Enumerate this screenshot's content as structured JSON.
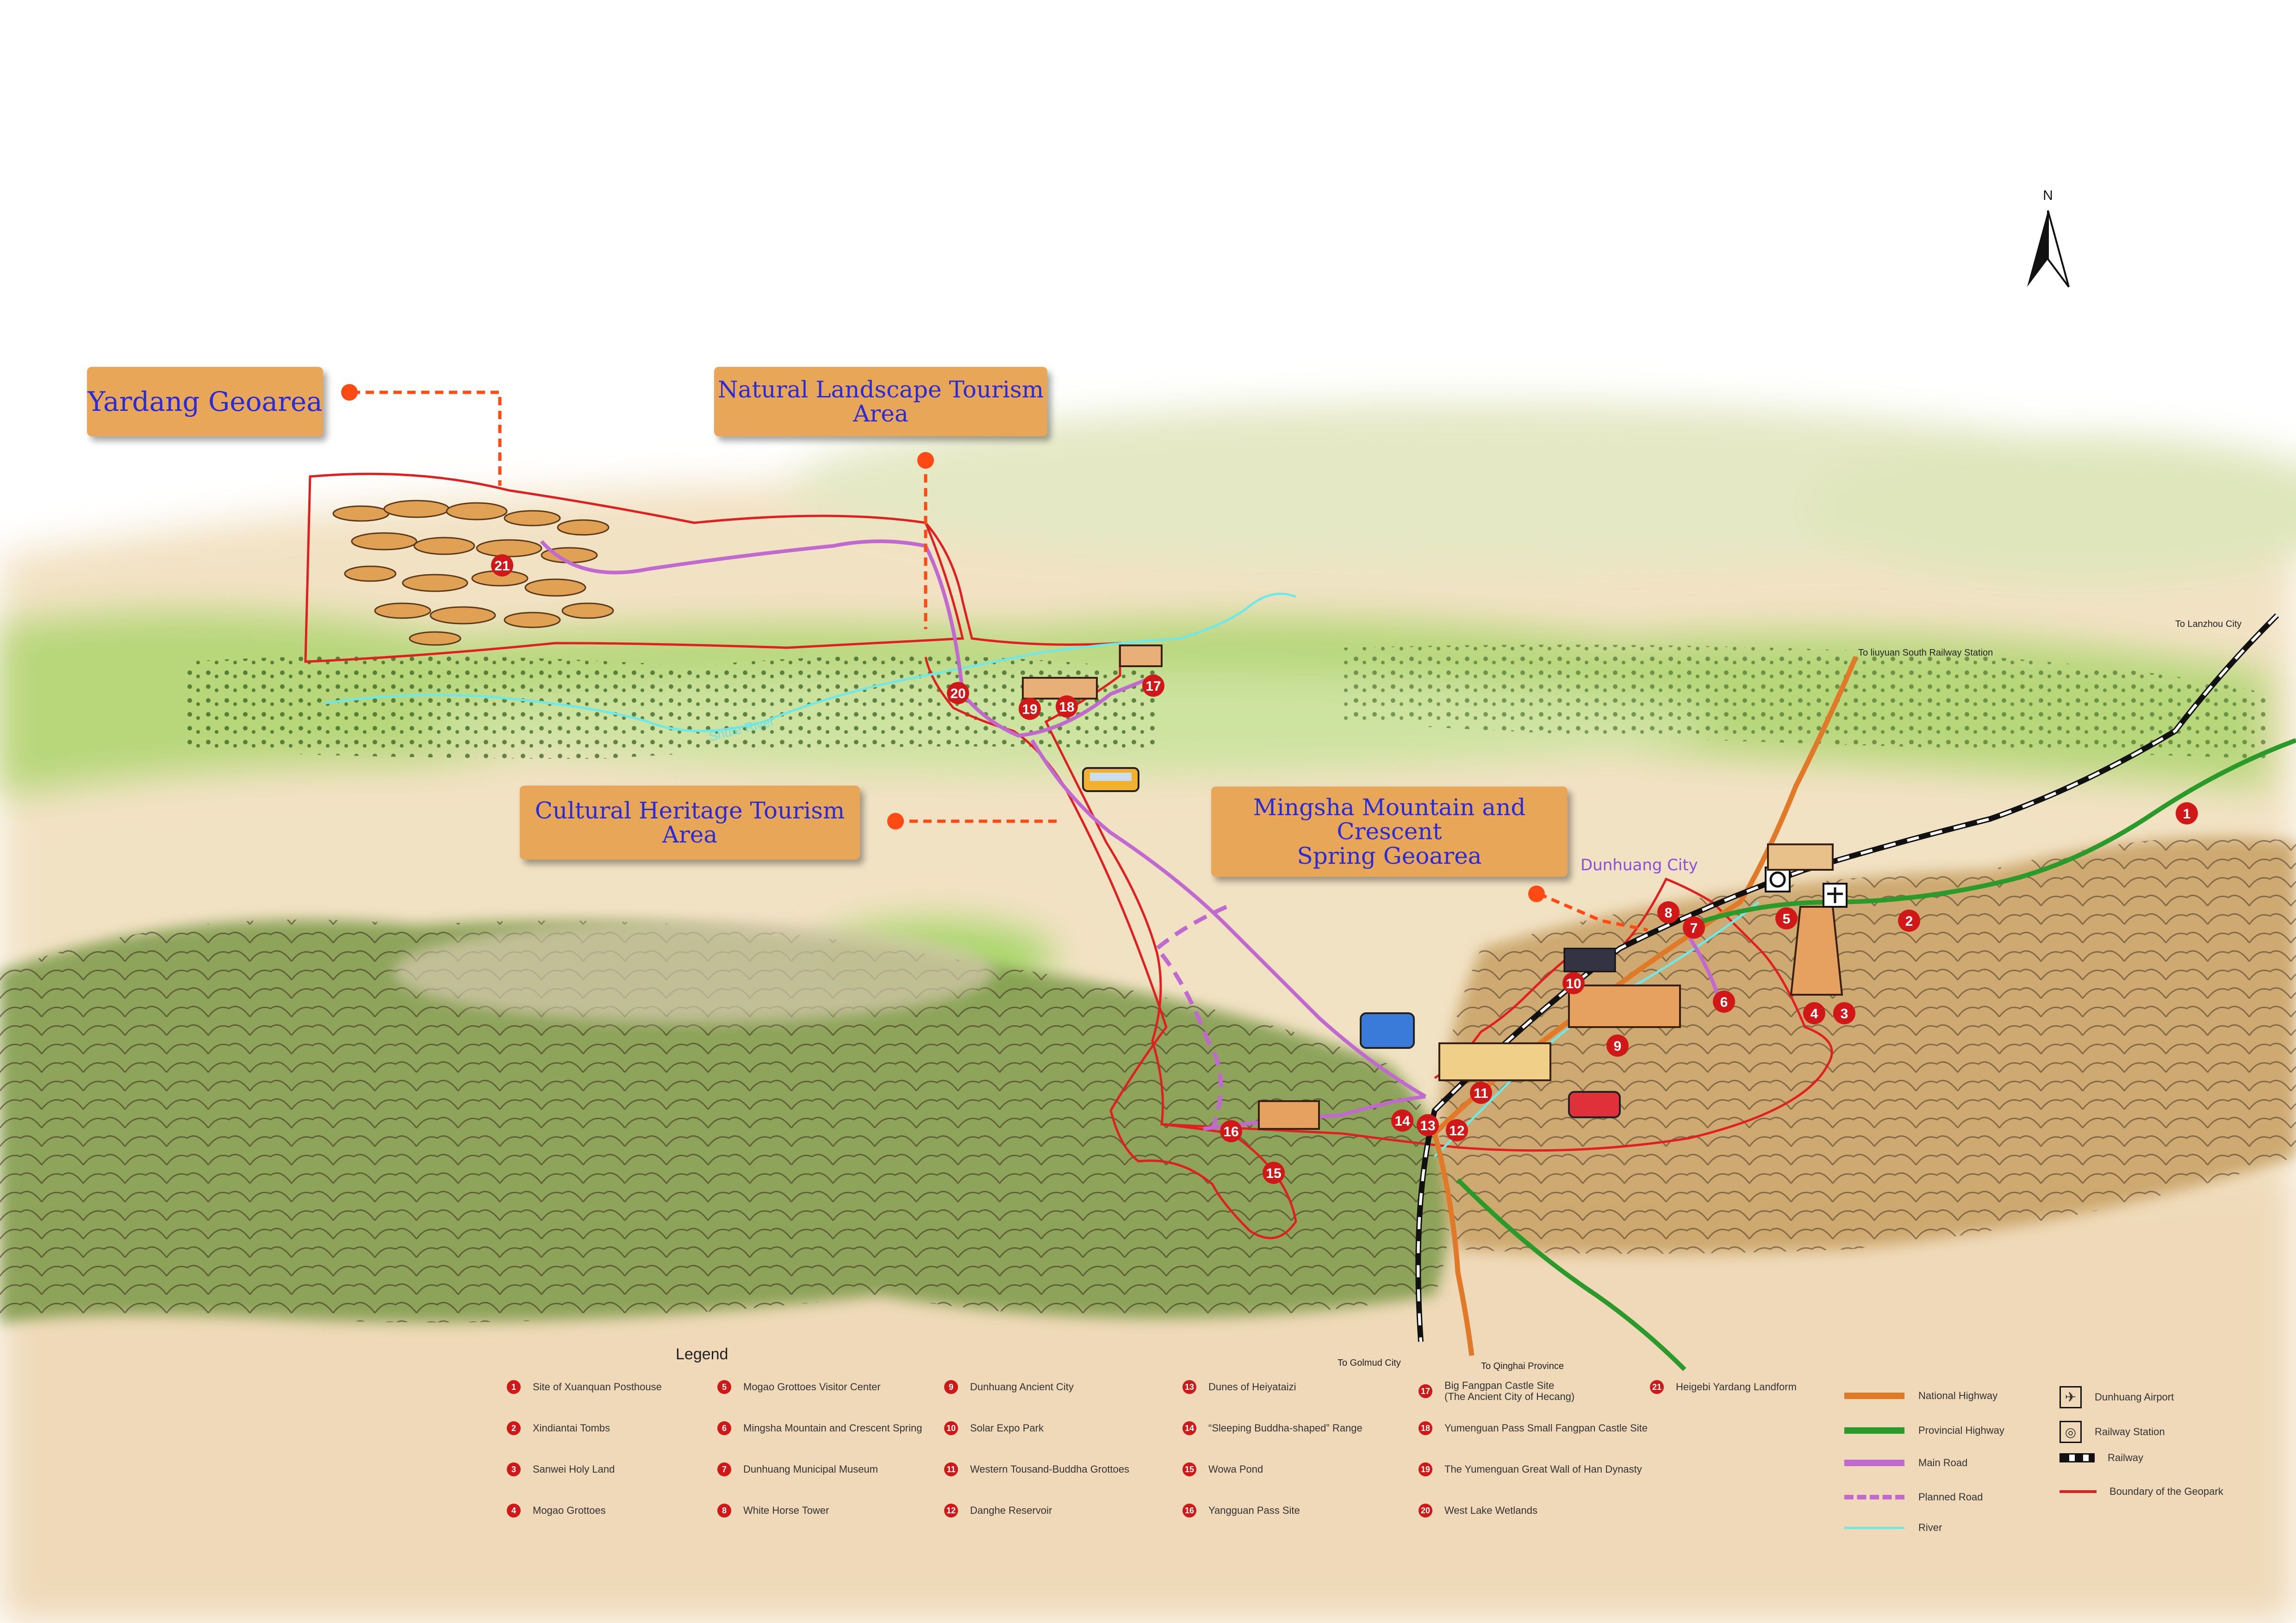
{
  "areas": {
    "yardang": "Yardang Geoarea",
    "natural": "Natural Landscape Tourism Area",
    "cultural": "Cultural Heritage Tourism Area",
    "mingsha": "Mingsha Mountain and Crescent\nSpring  Geoarea"
  },
  "north": "N",
  "city": "Dunhuang City",
  "river": "Shule River",
  "places": {
    "lanzhou": "To Lanzhou City",
    "liuyuan": "To liuyuan South Railway Station",
    "golmud": "To Golmud City",
    "qinghai": "To Qinghai Province"
  },
  "legend": {
    "title": "Legend",
    "sites": [
      {
        "n": "1",
        "name": "Site of Xuanquan Posthouse"
      },
      {
        "n": "2",
        "name": "Xindiantai Tombs"
      },
      {
        "n": "3",
        "name": "Sanwei Holy Land"
      },
      {
        "n": "4",
        "name": "Mogao Grottoes"
      },
      {
        "n": "5",
        "name": "Mogao Grottoes Visitor Center"
      },
      {
        "n": "6",
        "name": "Mingsha Mountain and Crescent Spring"
      },
      {
        "n": "7",
        "name": "Dunhuang Municipal Museum"
      },
      {
        "n": "8",
        "name": "White Horse Tower"
      },
      {
        "n": "9",
        "name": "Dunhuang Ancient City"
      },
      {
        "n": "10",
        "name": "Solar Expo Park"
      },
      {
        "n": "11",
        "name": "Western Tousand-Buddha Grottoes"
      },
      {
        "n": "12",
        "name": "Danghe Reservoir"
      },
      {
        "n": "13",
        "name": "Dunes of Heiyataizi"
      },
      {
        "n": "14",
        "name": "“Sleeping Buddha-shaped” Range"
      },
      {
        "n": "15",
        "name": "Wowa Pond"
      },
      {
        "n": "16",
        "name": "Yangguan Pass Site"
      },
      {
        "n": "17",
        "name": "Big Fangpan Castle Site\n(The Ancient City of Hecang)"
      },
      {
        "n": "18",
        "name": "Yumenguan Pass Small Fangpan Castle Site"
      },
      {
        "n": "19",
        "name": "The Yumenguan Great Wall of Han Dynasty"
      },
      {
        "n": "20",
        "name": "West Lake Wetlands"
      },
      {
        "n": "21",
        "name": "Heigebi Yardang Landform"
      }
    ],
    "lines": [
      {
        "name": "National Highway",
        "color": "#e07a28"
      },
      {
        "name": "Provincial Highway",
        "color": "#2a9a2a"
      },
      {
        "name": "Main Road",
        "color": "#c06ad0"
      },
      {
        "name": "Planned Road",
        "color": "#c06ad0"
      },
      {
        "name": "River",
        "color": "#6fe8e8"
      }
    ],
    "symbols": [
      {
        "name": "Dunhuang Airport",
        "icon": "airplane-icon"
      },
      {
        "name": "Railway Station",
        "icon": "railway-station-icon"
      },
      {
        "name": "Railway",
        "icon": "railway-icon"
      },
      {
        "name": "Boundary of the Geopark",
        "icon": "boundary-line-icon",
        "color": "#e02020"
      }
    ]
  },
  "markers": [
    "1",
    "2",
    "3",
    "4",
    "5",
    "6",
    "7",
    "8",
    "9",
    "10",
    "11",
    "12",
    "13",
    "14",
    "15",
    "16",
    "17",
    "18",
    "19",
    "20",
    "21"
  ]
}
